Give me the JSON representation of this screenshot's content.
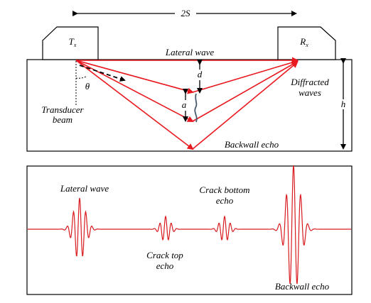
{
  "top_diagram": {
    "spacing_label": "2S",
    "transmitter_label": "T",
    "transmitter_sub": "x",
    "receiver_label": "R",
    "receiver_sub": "x",
    "lateral_wave_label": "Lateral wave",
    "depth_label": "d",
    "crack_height_label": "a",
    "angle_label": "θ",
    "diffracted_label_line1": "Diffracted",
    "diffracted_label_line2": "waves",
    "thickness_label": "h",
    "transducer_beam_line1": "Transducer",
    "transducer_beam_line2": "beam",
    "backwall_echo_label": "Backwall echo"
  },
  "signal_panel": {
    "lateral_wave_label": "Lateral wave",
    "crack_bottom_line1": "Crack bottom",
    "crack_bottom_line2": "echo",
    "crack_top_line1": "Crack top",
    "crack_top_line2": "echo",
    "backwall_echo_label": "Backwall echo"
  },
  "colors": {
    "ray": "#e8191f",
    "signal": "#d91a1f",
    "crack": "#4a5a6e",
    "outline": "#000000"
  }
}
